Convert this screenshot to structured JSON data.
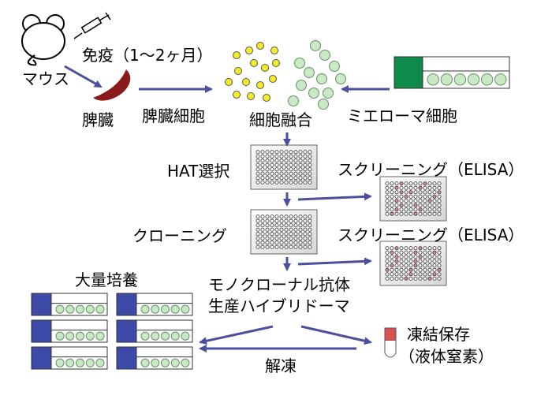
{
  "labels": {
    "immunization": "免疫（1～2ヶ月）",
    "mouse": "マウス",
    "spleen": "脾臓",
    "spleen_cells": "脾臓細胞",
    "cell_fusion": "細胞融合",
    "myeloma_cells": "ミエローマ細胞",
    "hat_selection": "HAT選択",
    "screening_1": "スクリーニング（ELISA）",
    "cloning": "クローニング",
    "screening_2": "スクリーニング（ELISA）",
    "mass_culture": "大量培養",
    "hybridoma_line1": "モノクローナル抗体",
    "hybridoma_line2": "生産ハイブリドーマ",
    "freeze_storage": "凍結保存",
    "liquid_nitrogen": "（液体窒素）",
    "thawing": "解凍"
  },
  "colors": {
    "arrow": "#4b4f9e",
    "spleen": "#8b1a1a",
    "yellow_cell": "#f4ec2a",
    "green_cell": "#c9e8c4",
    "flask_cap_green": "#0e8a4a",
    "flask_cap_blue": "#3d4aa8",
    "positive_well": "#d98a98",
    "tube_cap": "#d9534f"
  }
}
